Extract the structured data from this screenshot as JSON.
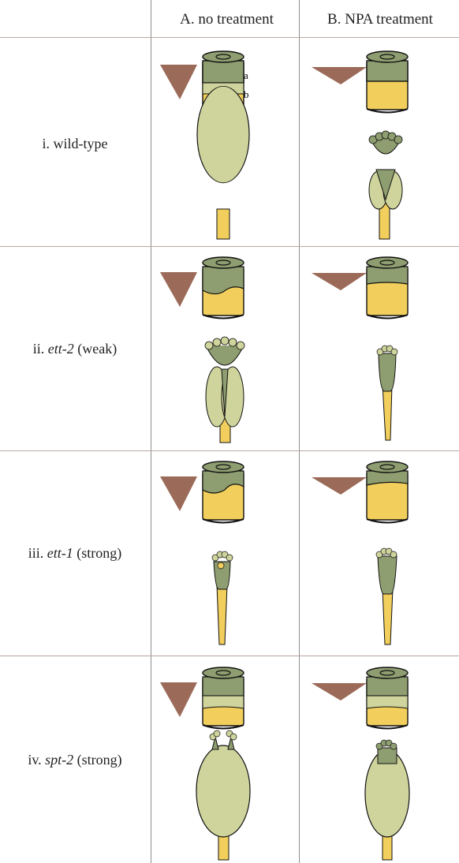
{
  "columns": [
    {
      "label": "A. no treatment"
    },
    {
      "label": "B. NPA treatment"
    }
  ],
  "rows": [
    {
      "label_prefix": "i. wild-type",
      "label_italic": "",
      "label_suffix": ""
    },
    {
      "label_prefix": "ii. ",
      "label_italic": "ett-2",
      "label_suffix": " (weak)"
    },
    {
      "label_prefix": "iii. ",
      "label_italic": "ett-1",
      "label_suffix": " (strong)"
    },
    {
      "label_prefix": "iv. ",
      "label_italic": "spt-2",
      "label_suffix": " (strong)"
    }
  ],
  "zone_labels": {
    "a": "a",
    "b": "b"
  },
  "colors": {
    "triangle": "#9b6a58",
    "green": "#8e9e70",
    "light_green": "#cfd49c",
    "yellow": "#f2cf5c",
    "outline": "#111111"
  }
}
